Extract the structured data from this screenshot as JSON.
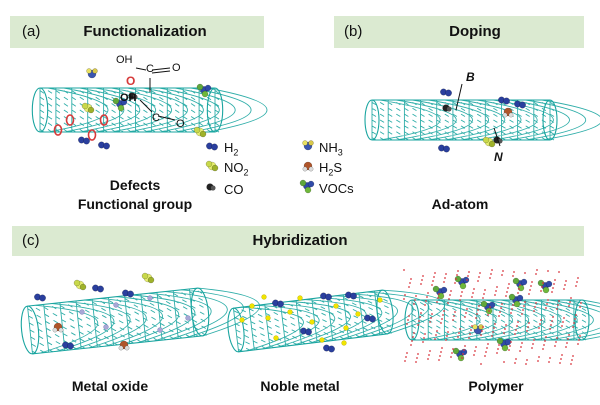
{
  "panels": {
    "a": {
      "tag": "(a)",
      "title": "Functionalization",
      "caption_line1": "Defects",
      "caption_line2": "Functional group"
    },
    "b": {
      "tag": "(b)",
      "title": "Doping",
      "caption": "Ad-atom"
    },
    "c": {
      "tag": "(c)",
      "title": "Hybridization"
    }
  },
  "sub_captions": {
    "metal_oxide": "Metal oxide",
    "noble_metal": "Noble metal",
    "polymer": "Polymer"
  },
  "legend": {
    "h2": "H",
    "h2_sub": "2",
    "no2": "NO",
    "no2_sub": "2",
    "co": "CO",
    "nh3": "NH",
    "nh3_sub": "3",
    "h2s": "H",
    "h2s_sub": "2",
    "h2s_tail": "S",
    "vocs": "VOCs"
  },
  "annotations": {
    "oh1": "OH",
    "c1": "C",
    "o1": "O",
    "oh2": "OH",
    "c2": "C",
    "o2": "O",
    "o_red": "O",
    "b": "B",
    "n": "N"
  },
  "colors": {
    "banner": "#dbead1",
    "tube": "#1aa5a0",
    "h2": "#2a3f9e",
    "no2": "#c8d84a",
    "co": "#222222",
    "nh3": "#3a55b0",
    "h2s": "#b0552a",
    "polymer": "#d9363e",
    "defect": "#d63a3a",
    "noble": "#f0e400"
  }
}
